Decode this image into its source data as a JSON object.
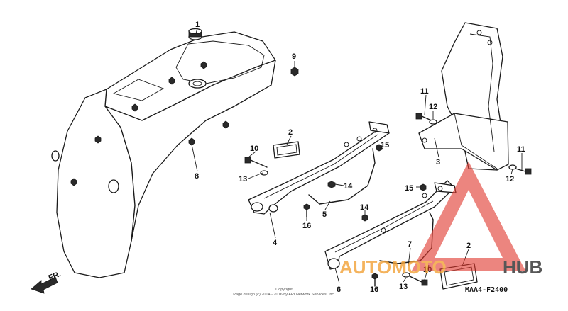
{
  "callouts": {
    "c1": "1",
    "c9": "9",
    "c2a": "2",
    "c10a": "10",
    "c13a": "13",
    "c8": "8",
    "c15a": "15",
    "c14a": "14",
    "c5": "5",
    "c14b": "14",
    "c16a": "16",
    "c4": "4",
    "c11a": "11",
    "c12a": "12",
    "c3": "3",
    "c11b": "11",
    "c12b": "12",
    "c15b": "15",
    "c7": "7",
    "c2b": "2",
    "c10b": "10",
    "c6": "6",
    "c16b": "16",
    "c13b": "13"
  },
  "direction_label": "FR.",
  "diagram_code": "MAA4-F2400",
  "copyright": {
    "line1": "Copyright",
    "line2": "Page design (c) 2004 - 2016 by ARI Network Services, Inc."
  },
  "watermark": {
    "text_left": "AUTOMOTO",
    "text_right": "HUB",
    "colors": {
      "red": "#e03a2f",
      "orange": "#f2a33a",
      "dark": "#333333"
    }
  }
}
